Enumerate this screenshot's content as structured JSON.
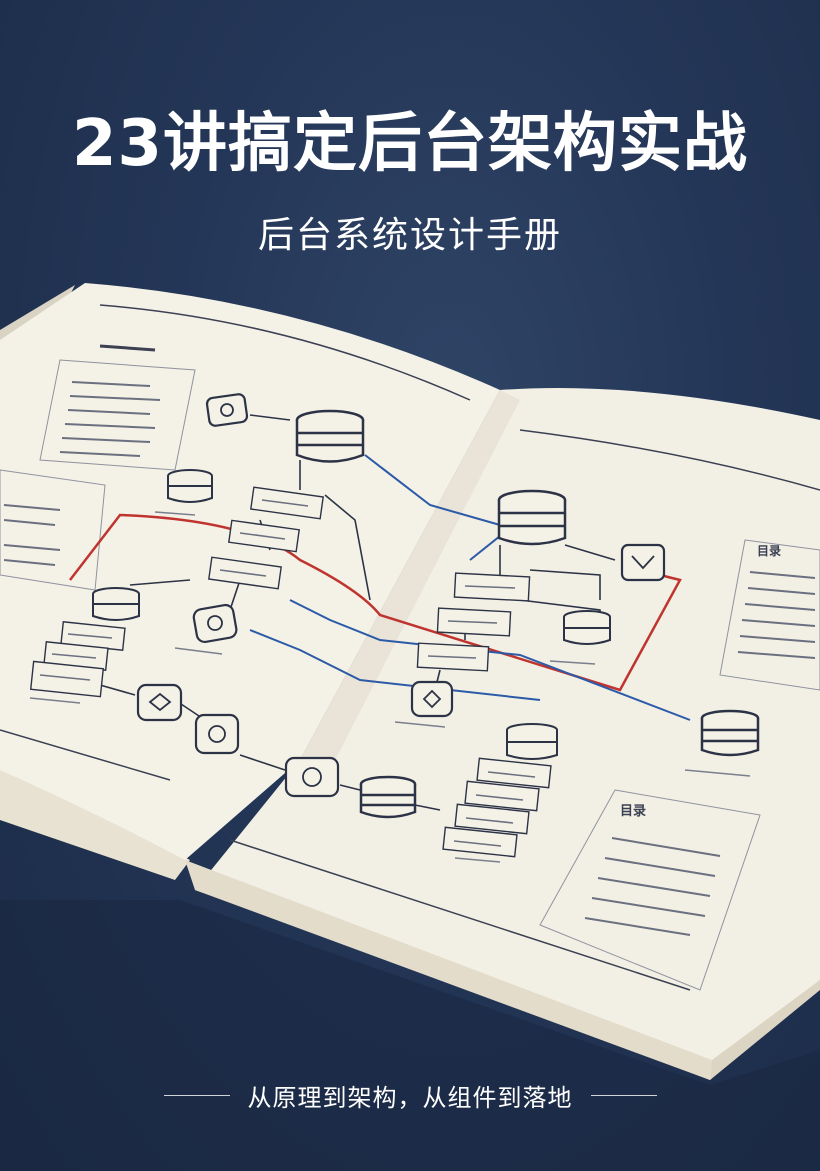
{
  "cover": {
    "title": "23讲搞定后台架构实战",
    "subtitle": "后台系统设计手册",
    "tagline": "从原理到架构，从组件到落地"
  },
  "book_right_page": {
    "section_heading_1": "目录",
    "section_heading_2": "目录"
  },
  "colors": {
    "background": "#243657",
    "page": "#f4f1e6",
    "diagram_ink": "#2c3346",
    "blue_arrow": "#2a5aa8",
    "red_arrow": "#c0342f"
  },
  "icons": [
    "database-icon",
    "server-icon",
    "gateway-icon",
    "cloud-icon"
  ]
}
